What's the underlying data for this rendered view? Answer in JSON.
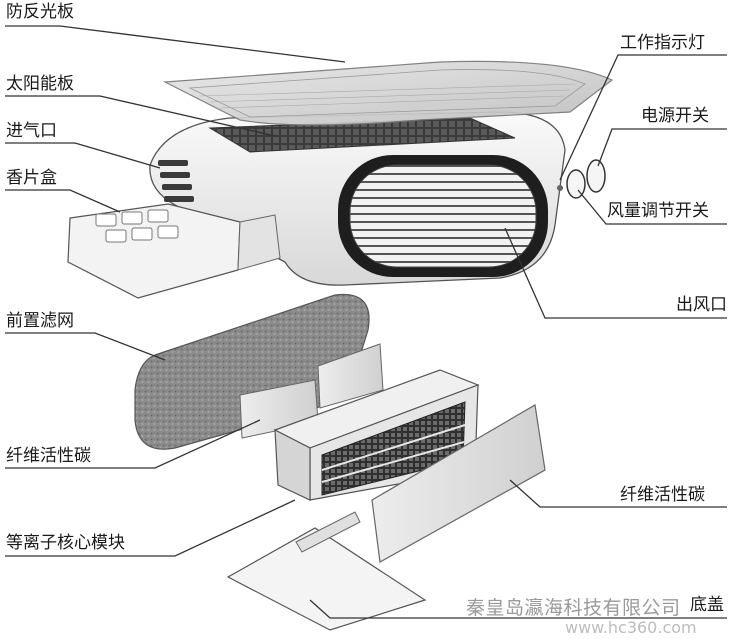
{
  "labels": {
    "anti_glare_panel": "防反光板",
    "solar_panel": "太阳能板",
    "air_inlet": "进气口",
    "fragrance_box": "香片盒",
    "front_filter": "前置滤网",
    "carbon_fiber_left": "纤维活性碳",
    "plasma_module": "等离子核心模块",
    "indicator_light": "工作指示灯",
    "power_switch": "电源开关",
    "fan_speed_switch": "风量调节开关",
    "air_outlet": "出风口",
    "carbon_fiber_right": "纤维活性碳",
    "bottom_cover": "底盖"
  },
  "watermark": {
    "company": "秦皇岛瀛海科技有限公司",
    "url": "www.hc360.com"
  }
}
